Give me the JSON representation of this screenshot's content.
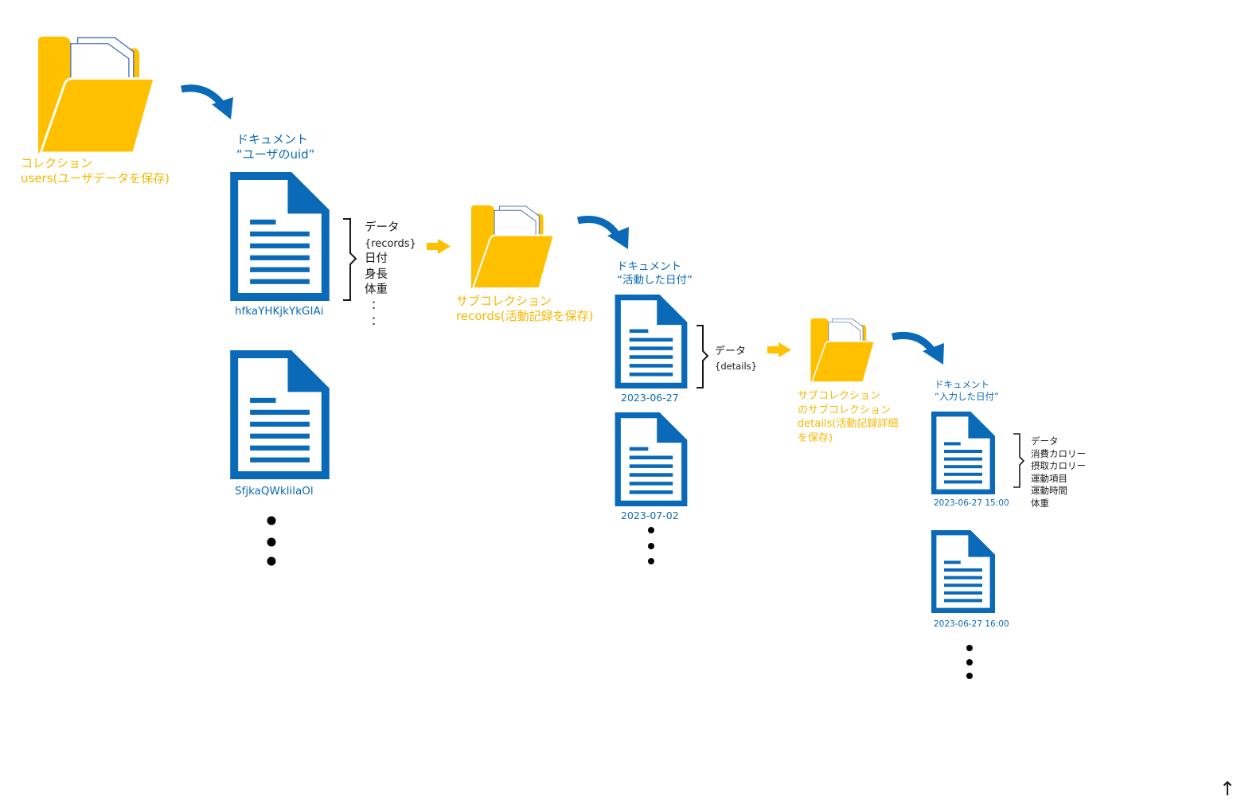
{
  "colors": {
    "folder": "#ffc000",
    "document": "#0a6ab7",
    "arrow_blue": "#0a6ab7",
    "arrow_orange": "#ffc000",
    "text": "#1a1a1a"
  },
  "level1": {
    "collection_line1": "コレクション",
    "collection_line2": "users(ユーザデータを保存)",
    "doc_label_line1": "ドキュメント",
    "doc_label_line2": "“ユーザのuid”",
    "docs": [
      "hfkaYHKjkYkGIAi",
      "SfjkaQWklilaOl"
    ],
    "data_fields": [
      "データ",
      "{records}",
      "日付",
      "身長",
      "体重",
      "：",
      "："
    ]
  },
  "level2": {
    "collection_line1": "サブコレクション",
    "collection_line2": "records(活動記録を保存)",
    "doc_label_line1": "ドキュメント",
    "doc_label_line2": "“活動した日付”",
    "docs": [
      "2023-06-27",
      "2023-07-02"
    ],
    "data_fields": [
      "データ",
      "{details}"
    ]
  },
  "level3": {
    "collection_line1": "サブコレクション",
    "collection_line2": "のサブコレクション",
    "collection_line3": "details(活動記録詳細",
    "collection_line4": "を保存)",
    "doc_label_line1": "ドキュメント",
    "doc_label_line2": "“入力した日付”",
    "docs": [
      "2023-06-27 15:00",
      "2023-06-27 16:00"
    ],
    "data_fields": [
      "データ",
      "消費カロリー",
      "摂取カロリー",
      "運動項目",
      "運動時間",
      "体重"
    ]
  },
  "corner_mark": "↑"
}
